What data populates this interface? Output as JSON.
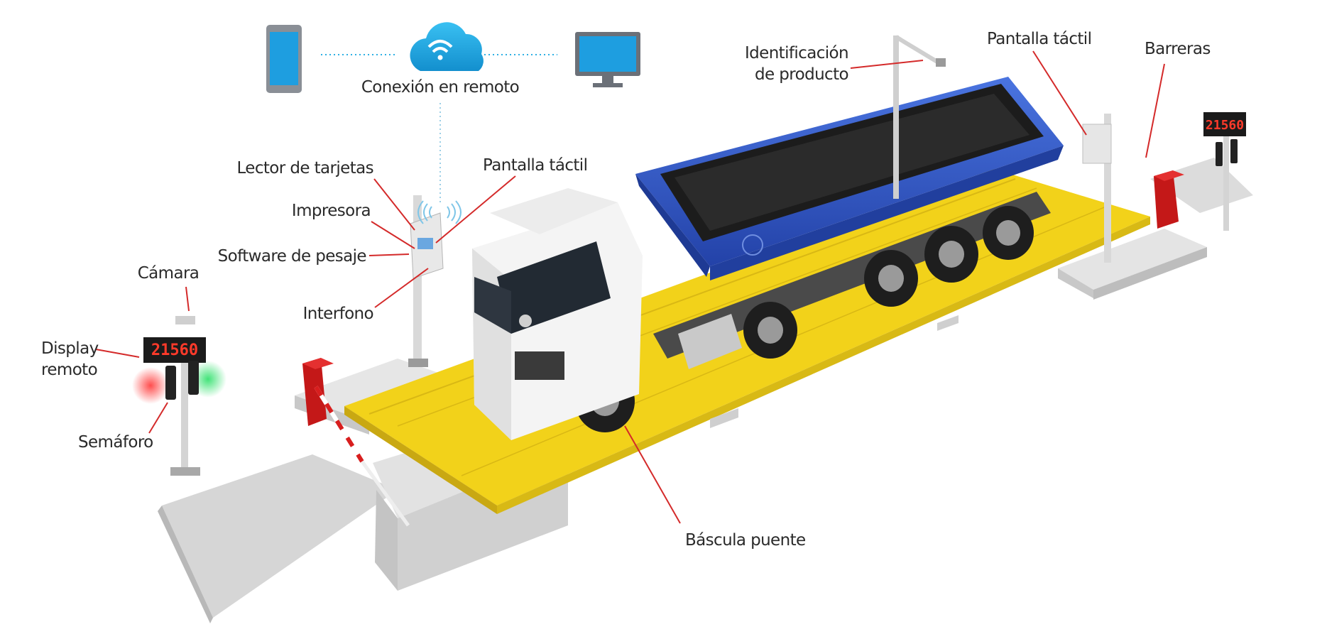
{
  "labels": {
    "remote_connection": "Conexión en remoto",
    "product_id_line1": "Identificación",
    "product_id_line2": "de producto",
    "touch_screen_right": "Pantalla táctil",
    "barriers": "Barreras",
    "card_reader": "Lector de tarjetas",
    "touch_screen_left": "Pantalla táctil",
    "printer": "Impresora",
    "weighing_software": "Software de pesaje",
    "camera": "Cámara",
    "intercom": "Interfono",
    "remote_display_line1": "Display",
    "remote_display_line2": "remoto",
    "traffic_light": "Semáforo",
    "weighbridge": "Báscula puente"
  },
  "displays": {
    "left_value": "21560",
    "right_value": "21560"
  },
  "colors": {
    "platform_yellow": "#f2d21a",
    "trailer_blue": "#2f56c8",
    "barrier_red": "#d81e1e",
    "leader_line": "#d42a2a",
    "cloud_blue": "#1ea7e0",
    "concrete": "#dcdcdc"
  },
  "icons": [
    "phone-icon",
    "cloud-wifi-icon",
    "monitor-icon",
    "wifi-signal-icon"
  ]
}
